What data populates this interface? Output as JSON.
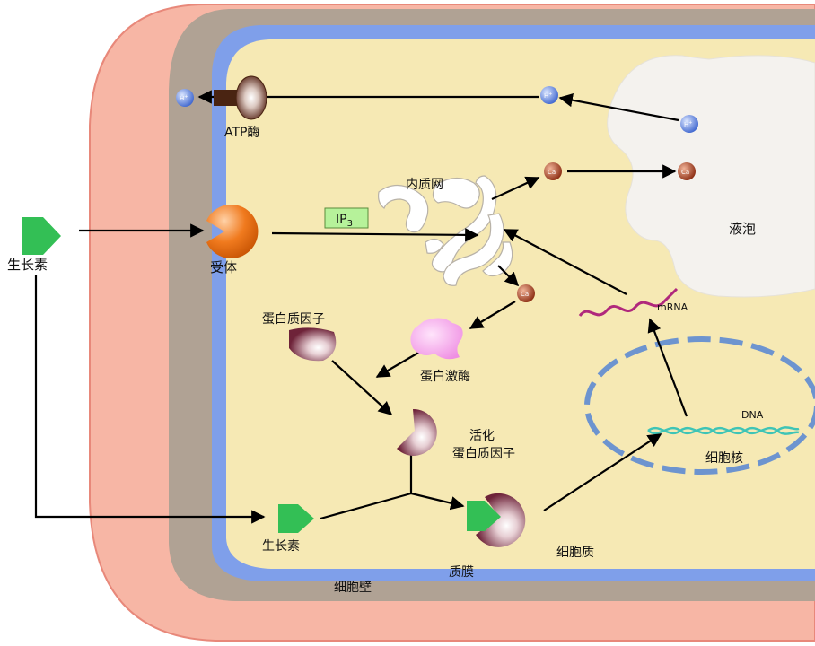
{
  "labels": {
    "atp_enzyme": "ATP酶",
    "er": "内质网",
    "ip3_main": "IP",
    "ip3_sub": "3",
    "vacuole": "液泡",
    "auxin_outside": "生长素",
    "receptor": "受体",
    "mrna": "mRNA",
    "protein_factor": "蛋白质因子",
    "protein_kinase": "蛋白激酶",
    "activated_line1": "活化",
    "activated_line2": "蛋白质因子",
    "dna": "DNA",
    "nucleus": "细胞核",
    "auxin_inside": "生长素",
    "cytoplasm": "细胞质",
    "plasma_membrane": "质膜",
    "cell_wall": "细胞壁"
  },
  "ions": {
    "h_plus": "H",
    "h_sup": "+",
    "ca": "Ca"
  },
  "colors": {
    "cell_wall_outer": "#f7b6a5",
    "cell_wall_outline": "#e8887a",
    "wall_inner": "#b0a294",
    "membrane": "#7f9fea",
    "cytoplasm": "#f6e9b4",
    "vacuole": "#f4f2ee",
    "auxin": "#33bf55",
    "receptor": "#e86a10",
    "protein": "#7a2e44",
    "kinase": "#f29ce8",
    "ip3_box": "#b6f29a",
    "h_ion": "#5b86e6",
    "ca_ion": "#a8401d",
    "nucleus_dash": "#6d94cf",
    "dna": "#3ec4b6",
    "mrna": "#b0287c"
  }
}
